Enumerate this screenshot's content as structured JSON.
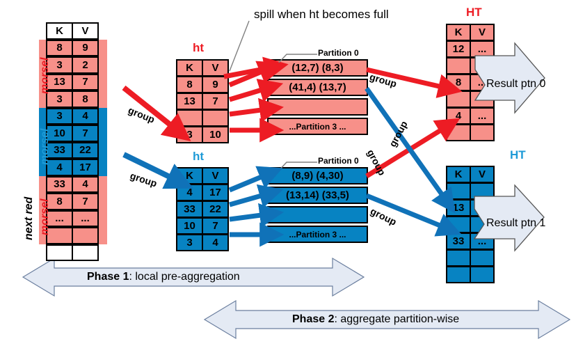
{
  "diagram": {
    "title_note": "spill when ht becomes full",
    "colors": {
      "pink": "#F79089",
      "blue": "#0783C2",
      "red_text": "#ED1C24",
      "blue_text": "#1F9BD7",
      "arrow_fill": "#E4EAF4"
    }
  },
  "input_table": {
    "header": {
      "k": "K",
      "v": "V"
    },
    "rows": [
      {
        "k": "8",
        "v": "9",
        "color": "pink"
      },
      {
        "k": "3",
        "v": "2",
        "color": "pink"
      },
      {
        "k": "13",
        "v": "7",
        "color": "pink"
      },
      {
        "k": "3",
        "v": "8",
        "color": "pink"
      },
      {
        "k": "3",
        "v": "4",
        "color": "blue"
      },
      {
        "k": "10",
        "v": "7",
        "color": "blue"
      },
      {
        "k": "33",
        "v": "22",
        "color": "blue"
      },
      {
        "k": "4",
        "v": "17",
        "color": "blue"
      },
      {
        "k": "33",
        "v": "4",
        "color": "pink"
      },
      {
        "k": "8",
        "v": "7",
        "color": "pink"
      },
      {
        "k": "...",
        "v": "...",
        "color": "pink"
      },
      {
        "k": "",
        "v": "",
        "color": "pink"
      },
      {
        "k": "",
        "v": "",
        "color": "white"
      }
    ],
    "side_labels": [
      {
        "text": "morsel",
        "color": "red"
      },
      {
        "text": "morsel",
        "color": "blue"
      },
      {
        "text": "morsel",
        "color": "red"
      },
      {
        "text": "next red",
        "color": "black"
      }
    ]
  },
  "ht_red": {
    "title": "ht",
    "header": {
      "k": "K",
      "v": "V"
    },
    "rows": [
      {
        "k": "8",
        "v": "9"
      },
      {
        "k": "13",
        "v": "7"
      },
      {
        "k": "",
        "v": ""
      },
      {
        "k": "3",
        "v": "10"
      }
    ]
  },
  "ht_blue": {
    "title": "ht",
    "header": {
      "k": "K",
      "v": "V"
    },
    "rows": [
      {
        "k": "4",
        "v": "17"
      },
      {
        "k": "33",
        "v": "22"
      },
      {
        "k": "10",
        "v": "7"
      },
      {
        "k": "3",
        "v": "4"
      }
    ]
  },
  "partitions_red": {
    "label": "Partition 0",
    "bars": [
      {
        "text": "(12,7)  (8,3)",
        "small": false
      },
      {
        "text": "(41,4) (13,7)",
        "small": false
      },
      {
        "text": "",
        "small": false
      },
      {
        "text": "...Partition 3 ...",
        "small": true
      }
    ]
  },
  "partitions_blue": {
    "label": "Partition 0",
    "bars": [
      {
        "text": "(8,9)  (4,30)",
        "small": false
      },
      {
        "text": "(13,14) (33,5)",
        "small": false
      },
      {
        "text": "",
        "small": false
      },
      {
        "text": "...Partition 3 ...",
        "small": true
      }
    ]
  },
  "ht_result_red": {
    "title": "HT",
    "header": {
      "k": "K",
      "v": "V"
    },
    "rows": [
      {
        "k": "12",
        "v": "..."
      },
      {
        "k": "",
        "v": ""
      },
      {
        "k": "8",
        "v": "..."
      },
      {
        "k": "",
        "v": ""
      },
      {
        "k": "4",
        "v": "..."
      },
      {
        "k": "",
        "v": ""
      }
    ],
    "result_label": "Result ptn 0"
  },
  "ht_result_blue": {
    "title": "HT",
    "header": {
      "k": "K",
      "v": "V"
    },
    "rows": [
      {
        "k": "",
        "v": ""
      },
      {
        "k": "13",
        "v": "..."
      },
      {
        "k": "",
        "v": ""
      },
      {
        "k": "33",
        "v": "..."
      },
      {
        "k": "",
        "v": ""
      },
      {
        "k": "",
        "v": ""
      }
    ],
    "result_label": "Result ptn 1"
  },
  "group_labels": [
    {
      "text": "group"
    },
    {
      "text": "group"
    },
    {
      "text": "group"
    },
    {
      "text": "group"
    },
    {
      "text": "group"
    },
    {
      "text": "group"
    }
  ],
  "phases": [
    {
      "bold": "Phase 1",
      "rest": ": local pre-aggregation"
    },
    {
      "bold": "Phase 2",
      "rest": ": aggregate partition-wise"
    }
  ]
}
